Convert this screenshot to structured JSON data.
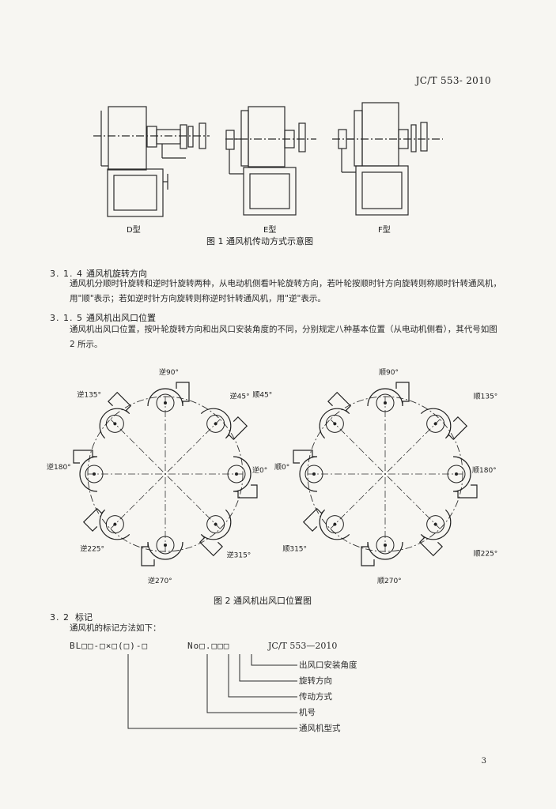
{
  "header": {
    "standard_code": "JC/T 553- 2010"
  },
  "figure1": {
    "labels": [
      "D型",
      "E型",
      "F型"
    ],
    "caption": "图 1  通风机传动方式示意图"
  },
  "section_3_1_4": {
    "number": "3. 1. 4",
    "title": "通风机旋转方向",
    "text": "通风机分顺时针旋转和逆时针旋转两种，从电动机侧看叶轮旋转方向，若叶轮按顺时针方向旋转则称顺时针转通风机，用\"顺\"表示；若如逆时针方向旋转则称逆时针转通风机，用\"逆\"表示。"
  },
  "section_3_1_5": {
    "number": "3. 1. 5",
    "title": "通风机出风口位置",
    "text": "通风机出风口位置，按叶轮旋转方向和出风口安装角度的不同，分别规定八种基本位置（从电动机侧看），其代号如图 2 所示。"
  },
  "figure2": {
    "left_labels": [
      "逆90°",
      "逆45°",
      "逆0°",
      "逆315°",
      "逆270°",
      "逆225°",
      "逆180°",
      "逆135°"
    ],
    "right_labels": [
      "顺90°",
      "顺135°",
      "顺180°",
      "顺225°",
      "顺270°",
      "顺315°",
      "顺0°",
      "顺45°"
    ],
    "caption": "图 2  通风机出风口位置图"
  },
  "section_3_2": {
    "number": "3. 2",
    "title": "标记",
    "intro": "通风机的标记方法如下：",
    "code_prefix": "BL□□-□×□(□)-□",
    "code_no": "No□.□□□",
    "code_standard": "JC/T 553—2010",
    "legend": [
      "出风口安装角度",
      "旋转方向",
      "传动方式",
      "机号",
      "通风机型式"
    ]
  },
  "page_number": "3"
}
